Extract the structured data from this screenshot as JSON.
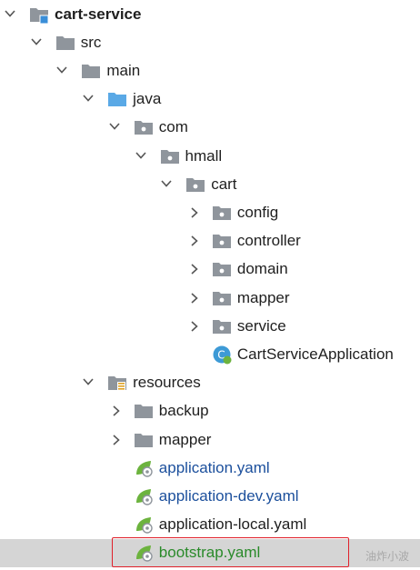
{
  "tree": [
    {
      "label": "cart-service",
      "icon": "module-folder-icon",
      "arrow": "expanded",
      "depth": 0,
      "style": "bold"
    },
    {
      "label": "src",
      "icon": "folder-icon",
      "arrow": "expanded",
      "depth": 1,
      "style": ""
    },
    {
      "label": "main",
      "icon": "folder-icon",
      "arrow": "expanded",
      "depth": 2,
      "style": ""
    },
    {
      "label": "java",
      "icon": "source-folder-icon",
      "arrow": "expanded",
      "depth": 3,
      "style": ""
    },
    {
      "label": "com",
      "icon": "package-icon",
      "arrow": "expanded",
      "depth": 4,
      "style": ""
    },
    {
      "label": "hmall",
      "icon": "package-icon",
      "arrow": "expanded",
      "depth": 5,
      "style": ""
    },
    {
      "label": "cart",
      "icon": "package-icon",
      "arrow": "expanded",
      "depth": 6,
      "style": ""
    },
    {
      "label": "config",
      "icon": "package-icon",
      "arrow": "collapsed",
      "depth": 7,
      "style": ""
    },
    {
      "label": "controller",
      "icon": "package-icon",
      "arrow": "collapsed",
      "depth": 7,
      "style": ""
    },
    {
      "label": "domain",
      "icon": "package-icon",
      "arrow": "collapsed",
      "depth": 7,
      "style": ""
    },
    {
      "label": "mapper",
      "icon": "package-icon",
      "arrow": "collapsed",
      "depth": 7,
      "style": ""
    },
    {
      "label": "service",
      "icon": "package-icon",
      "arrow": "collapsed",
      "depth": 7,
      "style": ""
    },
    {
      "label": "CartServiceApplication",
      "icon": "spring-class-icon",
      "arrow": "none",
      "depth": 7,
      "style": ""
    },
    {
      "label": "resources",
      "icon": "resources-folder-icon",
      "arrow": "expanded",
      "depth": 3,
      "style": ""
    },
    {
      "label": "backup",
      "icon": "folder-icon",
      "arrow": "collapsed",
      "depth": 4,
      "style": ""
    },
    {
      "label": "mapper",
      "icon": "folder-icon",
      "arrow": "collapsed",
      "depth": 4,
      "style": ""
    },
    {
      "label": "application.yaml",
      "icon": "spring-yaml-icon",
      "arrow": "none",
      "depth": 4,
      "style": "blue"
    },
    {
      "label": "application-dev.yaml",
      "icon": "spring-yaml-icon",
      "arrow": "none",
      "depth": 4,
      "style": "blue"
    },
    {
      "label": "application-local.yaml",
      "icon": "spring-yaml-icon",
      "arrow": "none",
      "depth": 4,
      "style": ""
    },
    {
      "label": "bootstrap.yaml",
      "icon": "spring-yaml-icon",
      "arrow": "none",
      "depth": 4,
      "style": "green",
      "selected": true
    }
  ],
  "watermark": "油炸小波",
  "colors": {
    "selection": "#d5d5d5",
    "highlight_border": "#e0202a",
    "folder": "#8f959c",
    "source_folder": "#5aa9e6",
    "modified_blue": "#1b4f9c",
    "added_green": "#2a8a2a"
  }
}
